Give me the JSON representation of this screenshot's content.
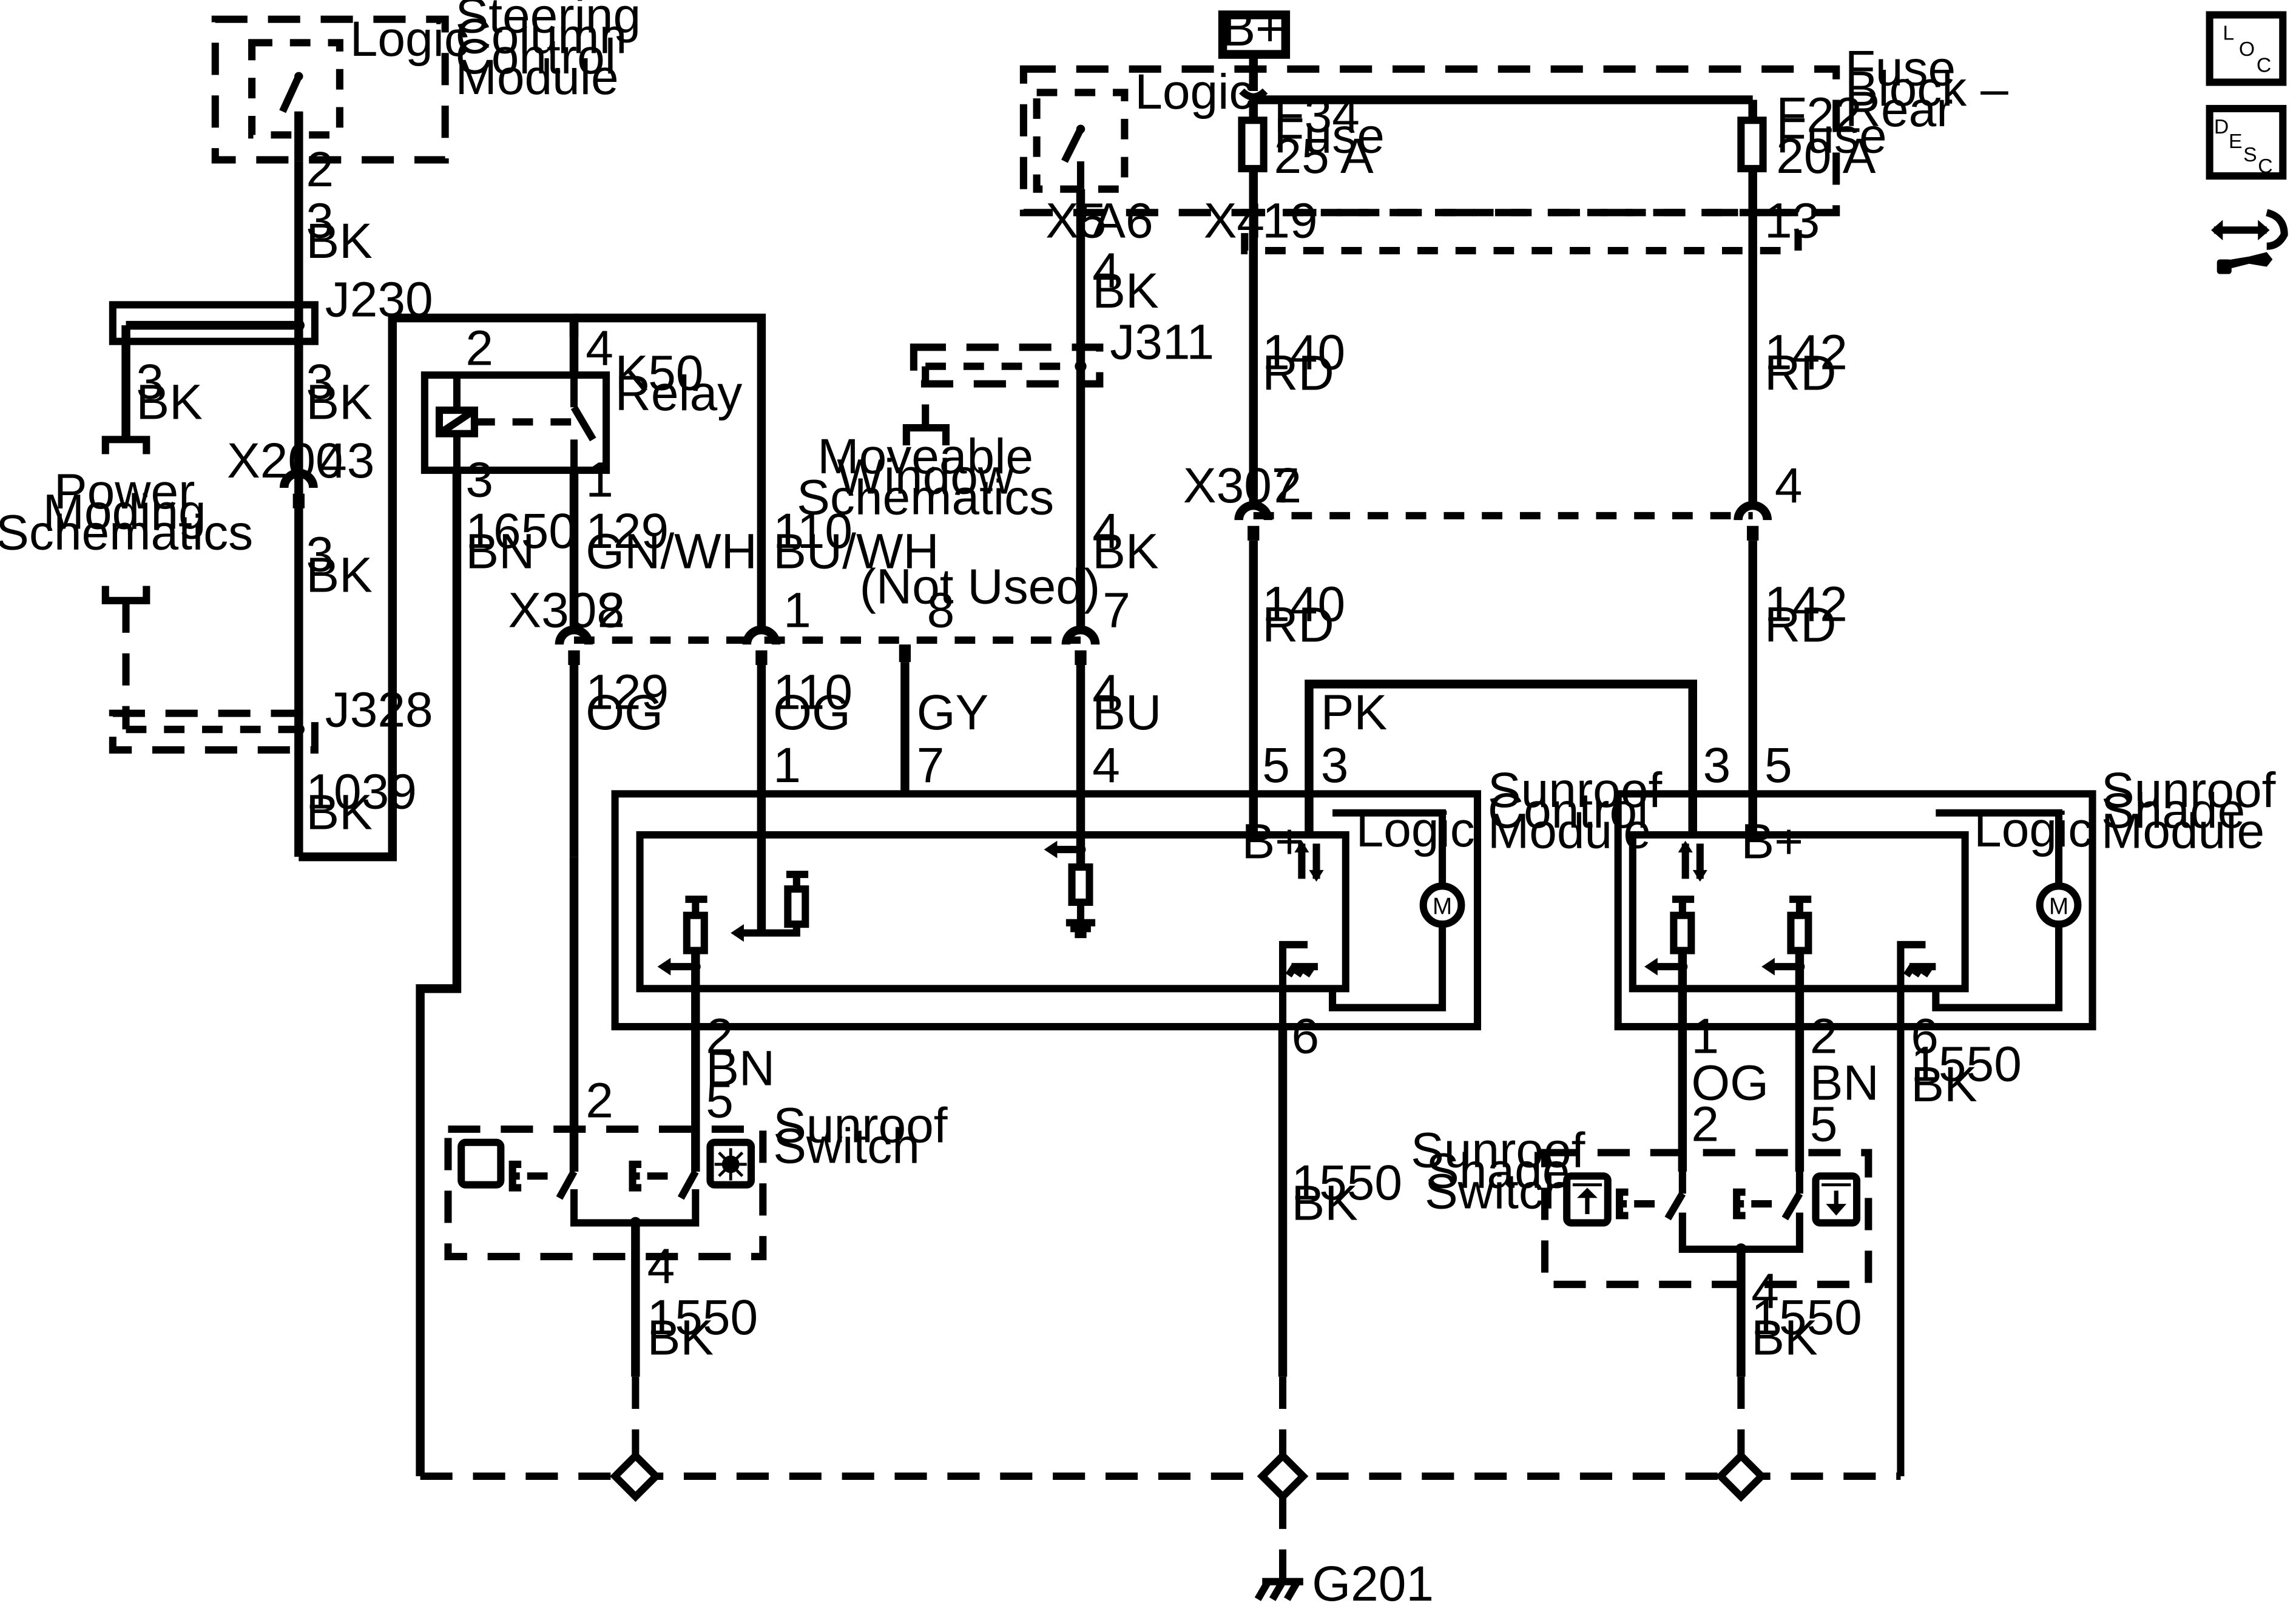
{
  "labels": {
    "scc_module": [
      "Steering",
      "Column",
      "Control",
      "Module"
    ],
    "logic": "Logic",
    "b_plus": "B+",
    "fuse_block": [
      "Fuse",
      "Block –",
      "Rear"
    ],
    "f34": [
      "F34",
      "Fuse",
      "25 A"
    ],
    "f22": [
      "F22",
      "Fuse",
      "20 A"
    ],
    "j230": "J230",
    "j311": "J311",
    "j328": "J328",
    "x200": "X200",
    "x307": "X307",
    "x308": "X308",
    "x5": "X5",
    "a6": "A6",
    "x4": "X4",
    "k50": [
      "K50",
      "Relay"
    ],
    "power_moding": [
      "Power",
      "Moding",
      "Schematics"
    ],
    "moveable_window": [
      "Moveable",
      "Window",
      "Schematics"
    ],
    "not_used": "(Not Used)",
    "scm": [
      "Sunroof",
      "Control",
      "Module"
    ],
    "ssm": [
      "Sunroof",
      "Shade",
      "Module"
    ],
    "sunroof_switch": [
      "Sunroof",
      "Switch"
    ],
    "shade_switch": [
      "Sunroof",
      "Shade",
      "Switch"
    ],
    "motor": "M",
    "g201": "G201"
  },
  "pins": {
    "p2": "2",
    "p3": "3",
    "p4": "4",
    "p1": "1",
    "p5": "5",
    "p6": "6",
    "p7": "7",
    "p8": "8",
    "p19": "19",
    "p13": "13",
    "p43": "43"
  },
  "wires": {
    "c3": "3",
    "c4": "4",
    "c110": "110",
    "c129": "129",
    "c140": "140",
    "c142": "142",
    "c1039": "1039",
    "c1650": "1650",
    "c1550": "1550",
    "bk": "BK",
    "rd": "RD",
    "og": "OG",
    "bu": "BU",
    "gy": "GY",
    "pk": "PK",
    "bn": "BN",
    "gnwh": "GN/WH",
    "buwh": "BU/WH"
  },
  "nav_icons": {
    "loc": [
      "L",
      "O",
      "C"
    ],
    "desc": [
      "D",
      "E",
      "S",
      "C"
    ],
    "repair": "repair-icon"
  }
}
